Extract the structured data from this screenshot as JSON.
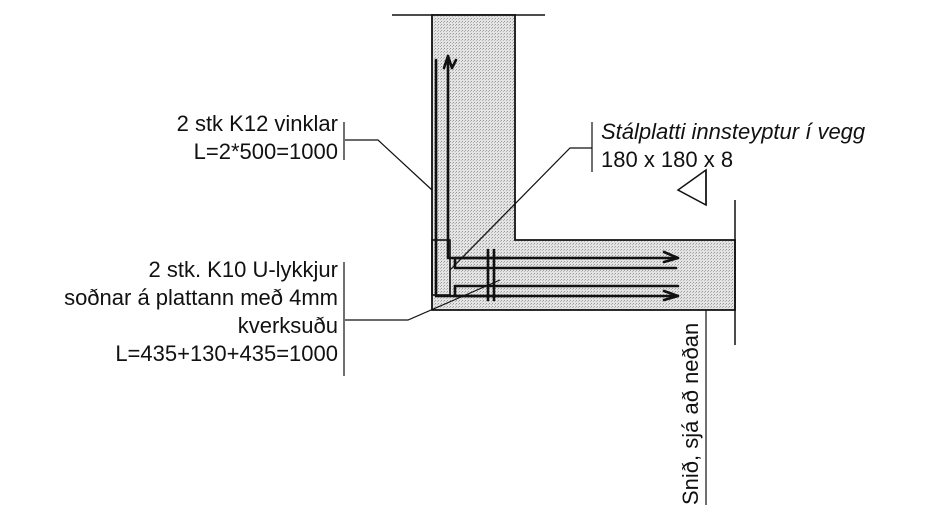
{
  "labels": {
    "angles": {
      "line1": "2 stk K12 vinklar",
      "line2": "L=2*500=1000"
    },
    "plate": {
      "line1": "Stálplatti innsteyptur í vegg",
      "line2": "180 x 180 x 8"
    },
    "loops": {
      "line1": "2 stk. K10 U-lykkjur",
      "line2": "soðnar á plattann með 4mm",
      "line3": "kverksuðu",
      "line4": "L=435+130+435=1000"
    },
    "section": "Snið, sjá að neðan"
  },
  "colors": {
    "line": "#111111",
    "concrete_fill": "#d6d6d6"
  }
}
